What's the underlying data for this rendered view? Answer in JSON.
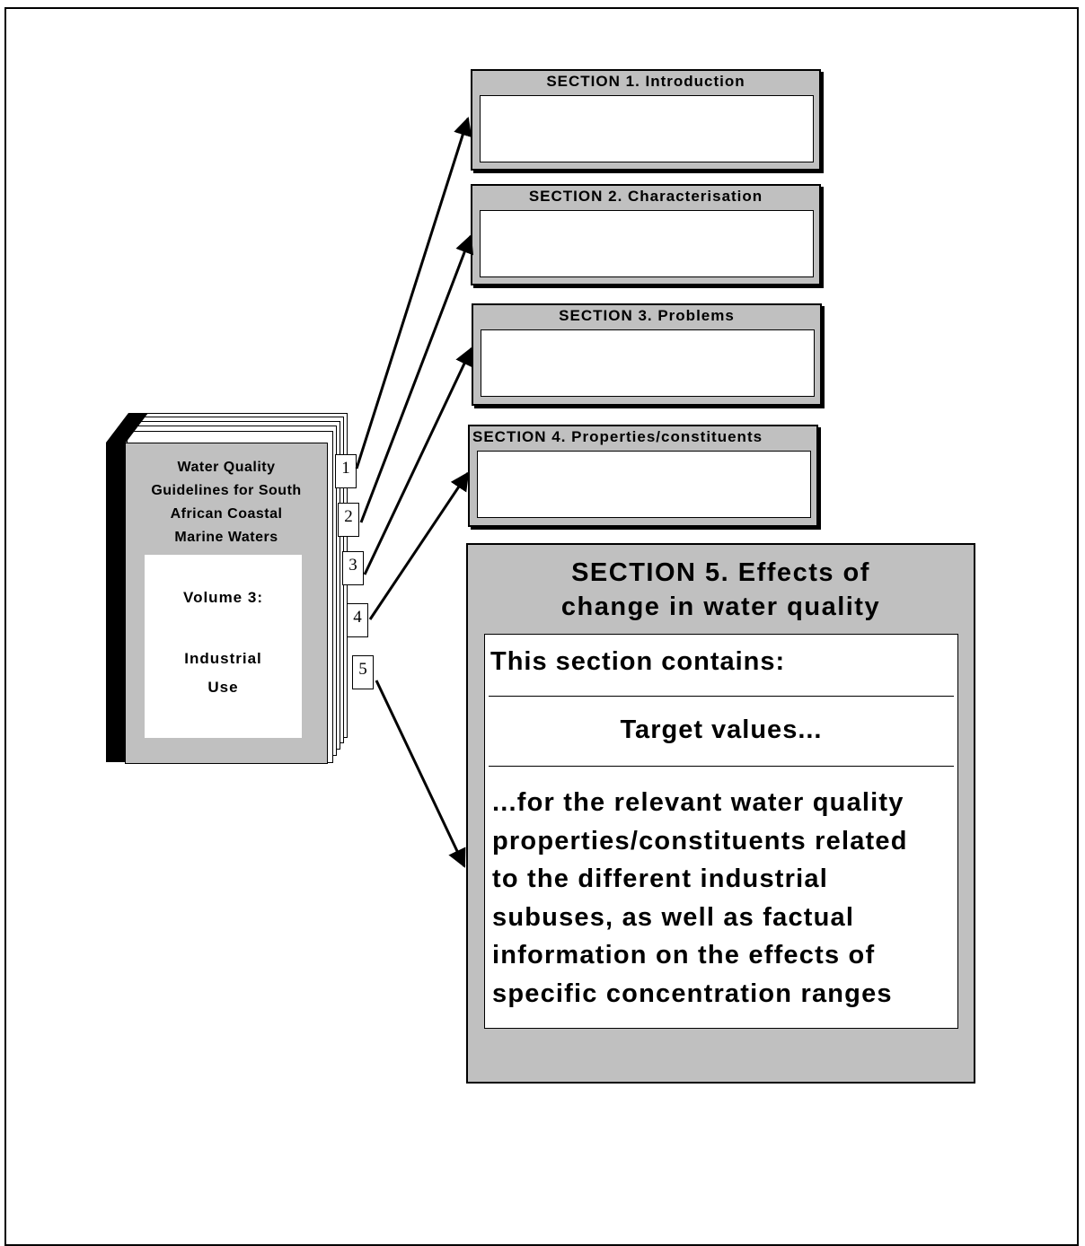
{
  "book": {
    "title_lines": [
      "Water Quality",
      "Guidelines for South",
      "African Coastal",
      "Marine Waters"
    ],
    "volume_label": "Volume 3:",
    "volume_name_lines": [
      "Industrial",
      "Use"
    ],
    "tabs": [
      "1",
      "2",
      "3",
      "4",
      "5"
    ]
  },
  "sections": [
    {
      "title": "SECTION  1.  Introduction"
    },
    {
      "title": "SECTION  2.  Characterisation"
    },
    {
      "title": "SECTION  3.  Problems"
    },
    {
      "title": "SECTION  4.  Properties/constituents"
    }
  ],
  "section5": {
    "title_lines": [
      "SECTION  5.  Effects of",
      "change in water quality"
    ],
    "contains_label": "This section contains:",
    "target_label": "Target values...",
    "description_lines": [
      "...for the relevant water quality",
      "properties/constituents related",
      "to the  different industrial",
      "subuses, as well as factual",
      "information on  the effects of",
      "specific concentration ranges"
    ]
  },
  "colors": {
    "panel_gray": "#c0c0c0",
    "spine_black": "#000000",
    "line": "#000000"
  }
}
